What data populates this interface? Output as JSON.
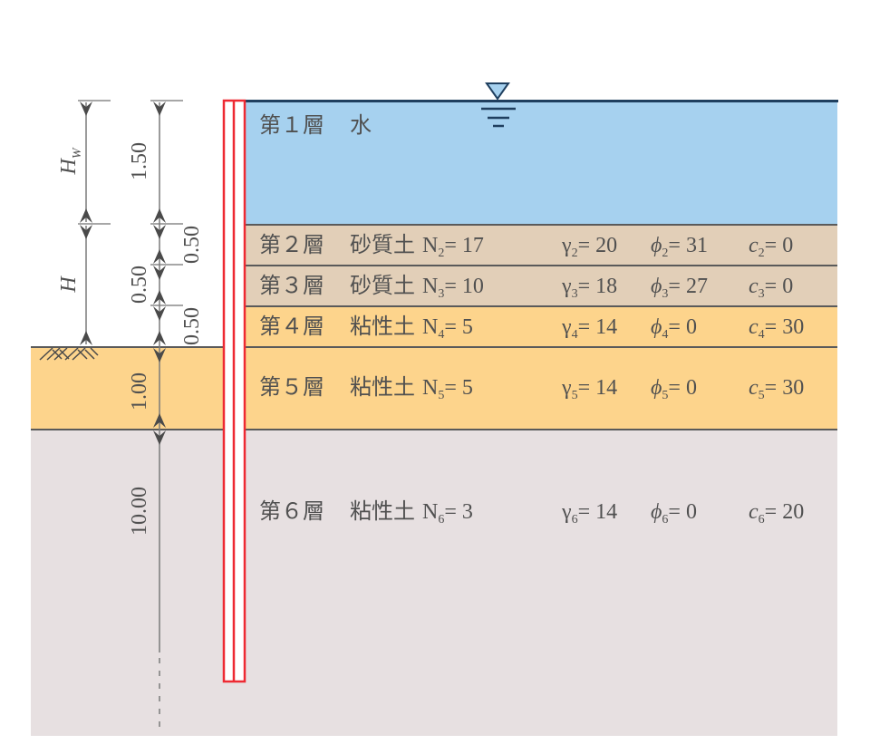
{
  "diagram": {
    "title": "",
    "colors": {
      "water": "#a6d1ef",
      "water_surface": "#1f3f5f",
      "sand": "#e2cfb8",
      "clay_upper": "#fdd48c",
      "clay_deep": "#e7e0e1",
      "pile_outline": "#ee2a33",
      "dimension_line": "#7a7a7a",
      "layer_divider": "#5a5a5a"
    },
    "water_level_symbol": "water-level-triangle",
    "dimensions": {
      "symbolic": [
        {
          "label": "H",
          "sub": "W",
          "segment": "water depth"
        },
        {
          "label": "H",
          "sub": "",
          "segment": "exposed soil above ground"
        }
      ],
      "numeric": [
        "1.50",
        "0.50",
        "0.50",
        "0.50",
        "1.00",
        "10.00"
      ]
    },
    "layers": [
      {
        "no": "第１層",
        "soil": "水",
        "N_sym": "",
        "N_sub": "",
        "N": "",
        "g_sub": "",
        "gamma": "",
        "p_sub": "",
        "phi": "",
        "c_sub": "",
        "c": ""
      },
      {
        "no": "第２層",
        "soil": "砂質土",
        "N_sym": "N",
        "N_sub": "2",
        "N": "= 17",
        "g_sub": "2",
        "gamma": "= 20",
        "p_sub": "2",
        "phi": "= 31",
        "c_sub": "2",
        "c": "= 0"
      },
      {
        "no": "第３層",
        "soil": "砂質土",
        "N_sym": "N",
        "N_sub": "3",
        "N": "= 10",
        "g_sub": "3",
        "gamma": "= 18",
        "p_sub": "3",
        "phi": "= 27",
        "c_sub": "3",
        "c": "= 0"
      },
      {
        "no": "第４層",
        "soil": "粘性土",
        "N_sym": "N",
        "N_sub": "4",
        "N": "= 5",
        "g_sub": "4",
        "gamma": "= 14",
        "p_sub": "4",
        "phi": "= 0",
        "c_sub": "4",
        "c": "= 30"
      },
      {
        "no": "第５層",
        "soil": "粘性土",
        "N_sym": "N",
        "N_sub": "5",
        "N": "= 5",
        "g_sub": "5",
        "gamma": "= 14",
        "p_sub": "5",
        "phi": "= 0",
        "c_sub": "5",
        "c": "= 30"
      },
      {
        "no": "第６層",
        "soil": "粘性土",
        "N_sym": "N",
        "N_sub": "6",
        "N": "= 3",
        "g_sub": "6",
        "gamma": "= 14",
        "p_sub": "6",
        "phi": "= 0",
        "c_sub": "6",
        "c": "= 20"
      }
    ],
    "symbols": {
      "gamma": "γ",
      "phi": "ϕ",
      "c": "c"
    }
  }
}
